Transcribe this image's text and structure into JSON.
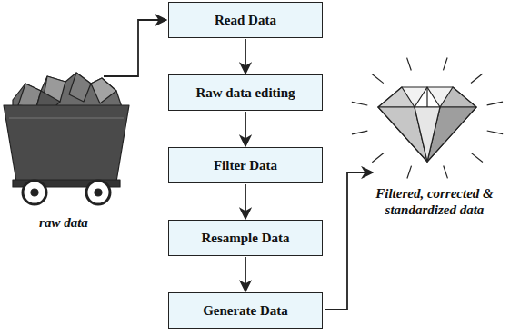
{
  "diagram": {
    "nodes": [
      {
        "text": [
          "Read Data"
        ]
      },
      {
        "text": [
          "Raw data editing"
        ]
      },
      {
        "text": [
          "Filter Data"
        ]
      },
      {
        "text": [
          "Resample Data"
        ]
      },
      {
        "text": [
          "Generate Data"
        ]
      }
    ],
    "edges": [
      {
        "from": 0,
        "to": 1,
        "arrow": "to"
      },
      {
        "from": 1,
        "to": 2,
        "arrow": "to"
      },
      {
        "from": 2,
        "to": 3,
        "arrow": "to"
      },
      {
        "from": 3,
        "to": 4,
        "arrow": "to"
      }
    ],
    "labels": [
      "raw data",
      "Filtered, corrected & standardized data"
    ]
  }
}
